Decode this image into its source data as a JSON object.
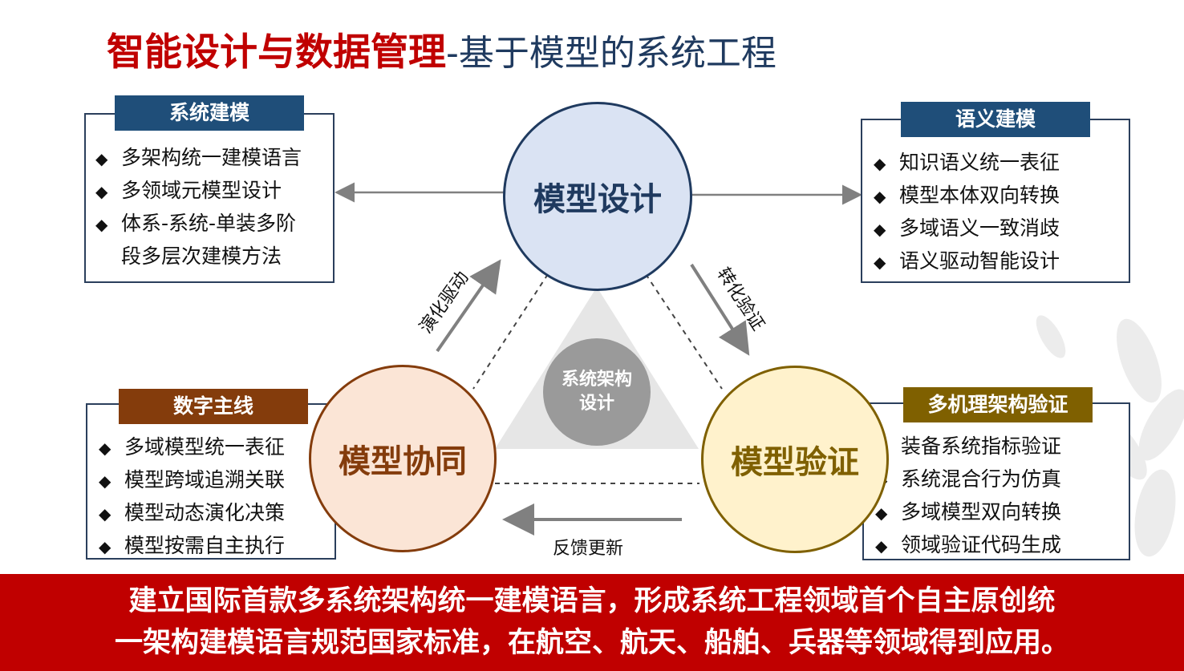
{
  "title": {
    "main": "智能设计与数据管理",
    "sub": "-基于模型的系统工程"
  },
  "boxes": {
    "system_modeling": {
      "header": "系统建模",
      "items": [
        "多架构统一建模语言",
        "多领域元模型设计",
        "体系-系统-单装多阶",
        "段多层次建模方法"
      ]
    },
    "semantic_modeling": {
      "header": "语义建模",
      "items": [
        "知识语义统一表征",
        "模型本体双向转换",
        "多域语义一致消歧",
        "语义驱动智能设计"
      ]
    },
    "digital_thread": {
      "header": "数字主线",
      "items": [
        "多域模型统一表征",
        "模型跨域追溯关联",
        "模型动态演化决策",
        "模型按需自主执行"
      ]
    },
    "multi_mechanism": {
      "header": "多机理架构验证",
      "items": [
        "装备系统指标验证",
        "系统混合行为仿真",
        "多域模型双向转换",
        "领域验证代码生成"
      ]
    }
  },
  "circles": {
    "design": "模型设计",
    "collab": "模型协同",
    "verify": "模型验证"
  },
  "center": {
    "line1": "系统架构",
    "line2": "设计"
  },
  "arrows": {
    "evolve": "演化驱动",
    "transform": "转化验证",
    "feedback": "反馈更新"
  },
  "banner": {
    "line1": "建立国际首款多系统架构统一建模语言，形成系统工程领域首个自主原创统",
    "line2": "一架构建模语言规范国家标准，在航空、航天、船舶、兵器等领域得到应用。"
  },
  "colors": {
    "title_red": "#c00000",
    "title_navy": "#1f3a5f",
    "header_navy": "#1f4e79",
    "header_brown": "#843c0c",
    "header_olive": "#7f6000",
    "banner_red": "#c00000"
  }
}
